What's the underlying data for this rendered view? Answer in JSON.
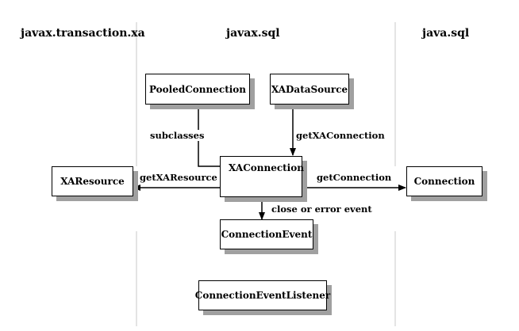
{
  "packages": {
    "left": "javax.transaction.xa",
    "center": "javax.sql",
    "right": "java.sql"
  },
  "classes": {
    "pooled_connection": "PooledConnection",
    "xa_data_source": "XADataSource",
    "xa_connection": "XAConnection",
    "xa_resource": "XAResource",
    "connection": "Connection",
    "connection_event": "ConnectionEvent",
    "connection_event_listener": "ConnectionEventListener"
  },
  "relations": {
    "subclasses": "subclasses",
    "get_xa_connection": "getXAConnection",
    "get_xa_resource": "getXAResource",
    "get_connection": "getConnection",
    "close_or_error_event": "close or error event"
  }
}
